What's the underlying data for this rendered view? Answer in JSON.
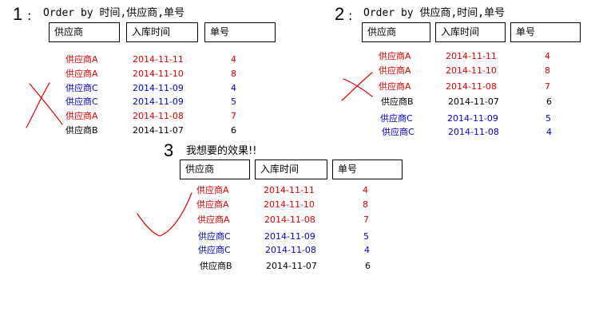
{
  "colors": {
    "red": "#e00000",
    "blue": "#0000d0",
    "black": "#000000",
    "mark": "#e00000"
  },
  "panels": [
    {
      "number": "1",
      "colon": ":",
      "title": "Order by 时间,供应商,单号",
      "headers": [
        "供应商",
        "入库时间",
        "单号"
      ],
      "rows": [
        {
          "supplier": "供应商A",
          "date": "2014-11-11",
          "no": "4",
          "color": "red"
        },
        {
          "supplier": "供应商A",
          "date": "2014-11-10",
          "no": "8",
          "color": "red"
        },
        {
          "supplier": "供应商C",
          "date": "2014-11-09",
          "no": "4",
          "color": "blue"
        },
        {
          "supplier": "供应商C",
          "date": "2014-11-09",
          "no": "5",
          "color": "blue"
        },
        {
          "supplier": "供应商A",
          "date": "2014-11-08",
          "no": "7",
          "color": "red"
        },
        {
          "supplier": "供应商B",
          "date": "2014-11-07",
          "no": "6",
          "color": "black"
        }
      ],
      "mark": "cross"
    },
    {
      "number": "2",
      "colon": ":",
      "title": "Order by 供应商,时间,单号",
      "headers": [
        "供应商",
        "入库时间",
        "单号"
      ],
      "rows": [
        {
          "supplier": "供应商A",
          "date": "2014-11-11",
          "no": "4",
          "color": "red"
        },
        {
          "supplier": "供应商A",
          "date": "2014-11-10",
          "no": "8",
          "color": "red"
        },
        {
          "supplier": "供应商A",
          "date": "2014-11-08",
          "no": "7",
          "color": "red"
        },
        {
          "supplier": "供应商B",
          "date": "2014-11-07",
          "no": "6",
          "color": "black"
        },
        {
          "supplier": "供应商C",
          "date": "2014-11-09",
          "no": "5",
          "color": "blue"
        },
        {
          "supplier": "供应商C",
          "date": "2014-11-08",
          "no": "4",
          "color": "blue"
        }
      ],
      "mark": "cross"
    },
    {
      "number": "3",
      "colon": "",
      "title": "我想要的效果!!",
      "headers": [
        "供应商",
        "入库时间",
        "单号"
      ],
      "rows": [
        {
          "supplier": "供应商A",
          "date": "2014-11-11",
          "no": "4",
          "color": "red"
        },
        {
          "supplier": "供应商A",
          "date": "2014-11-10",
          "no": "8",
          "color": "red"
        },
        {
          "supplier": "供应商A",
          "date": "2014-11-08",
          "no": "7",
          "color": "red"
        },
        {
          "supplier": "供应商C",
          "date": "2014-11-09",
          "no": "5",
          "color": "blue"
        },
        {
          "supplier": "供应商C",
          "date": "2014-11-08",
          "no": "4",
          "color": "blue"
        },
        {
          "supplier": "供应商B",
          "date": "2014-11-07",
          "no": "6",
          "color": "black"
        }
      ],
      "mark": "check"
    }
  ]
}
